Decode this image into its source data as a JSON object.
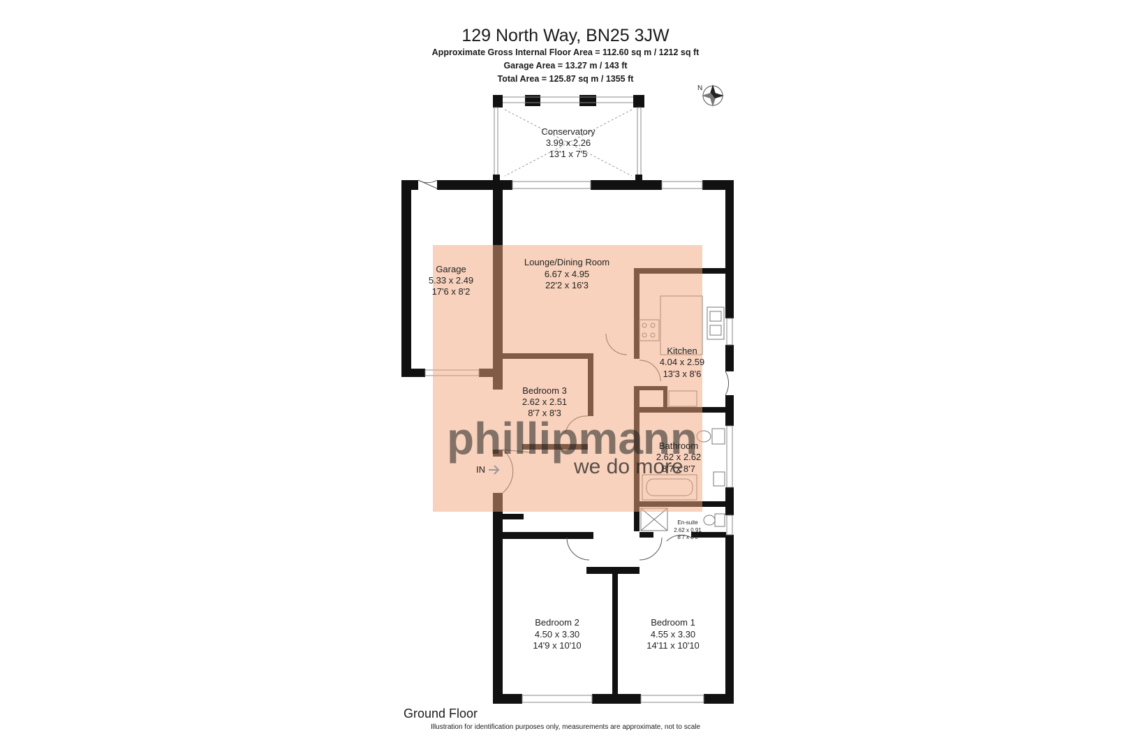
{
  "header": {
    "title": "129 North Way, BN25 3JW",
    "gross_area": "Approximate Gross Internal Floor Area = 112.60 sq m / 1212 sq ft",
    "garage_area": "Garage Area = 13.27 m / 143 ft",
    "total_area": "Total Area = 125.87 sq m / 1355 ft"
  },
  "compass": {
    "north_label": "N"
  },
  "rooms": {
    "conservatory": {
      "name": "Conservatory",
      "metric": "3.99 x 2.26",
      "imperial": "13'1 x 7'5"
    },
    "garage": {
      "name": "Garage",
      "metric": "5.33 x 2.49",
      "imperial": "17'6 x 8'2"
    },
    "lounge": {
      "name": "Lounge/Dining Room",
      "metric": "6.67 x 4.95",
      "imperial": "22'2 x 16'3"
    },
    "kitchen": {
      "name": "Kitchen",
      "metric": "4.04 x 2.59",
      "imperial": "13'3 x 8'6"
    },
    "bedroom3": {
      "name": "Bedroom 3",
      "metric": "2.62 x 2.51",
      "imperial": "8'7 x 8'3"
    },
    "bathroom": {
      "name": "Bathroom",
      "metric": "2.62 x 2.62",
      "imperial": "8'7 x 8'7"
    },
    "ensuite": {
      "name": "En-suite",
      "metric": "2.62 x 0.91",
      "imperial": "8'7 x 3'0"
    },
    "bedroom2": {
      "name": "Bedroom 2",
      "metric": "4.50 x 3.30",
      "imperial": "14'9 x 10'10"
    },
    "bedroom1": {
      "name": "Bedroom 1",
      "metric": "4.55 x 3.30",
      "imperial": "14'11 x 10'10"
    }
  },
  "entrance_label": "IN",
  "watermark": {
    "brand": "phillipmann",
    "tagline": "we do more",
    "color": "#f2a57c"
  },
  "footer": {
    "floor_label": "Ground Floor",
    "disclaimer": "Illustration for identification purposes only, measurements are approximate, not to scale"
  },
  "colors": {
    "wall": "#111111",
    "watermark": "#f2a57c",
    "text": "#222222"
  }
}
